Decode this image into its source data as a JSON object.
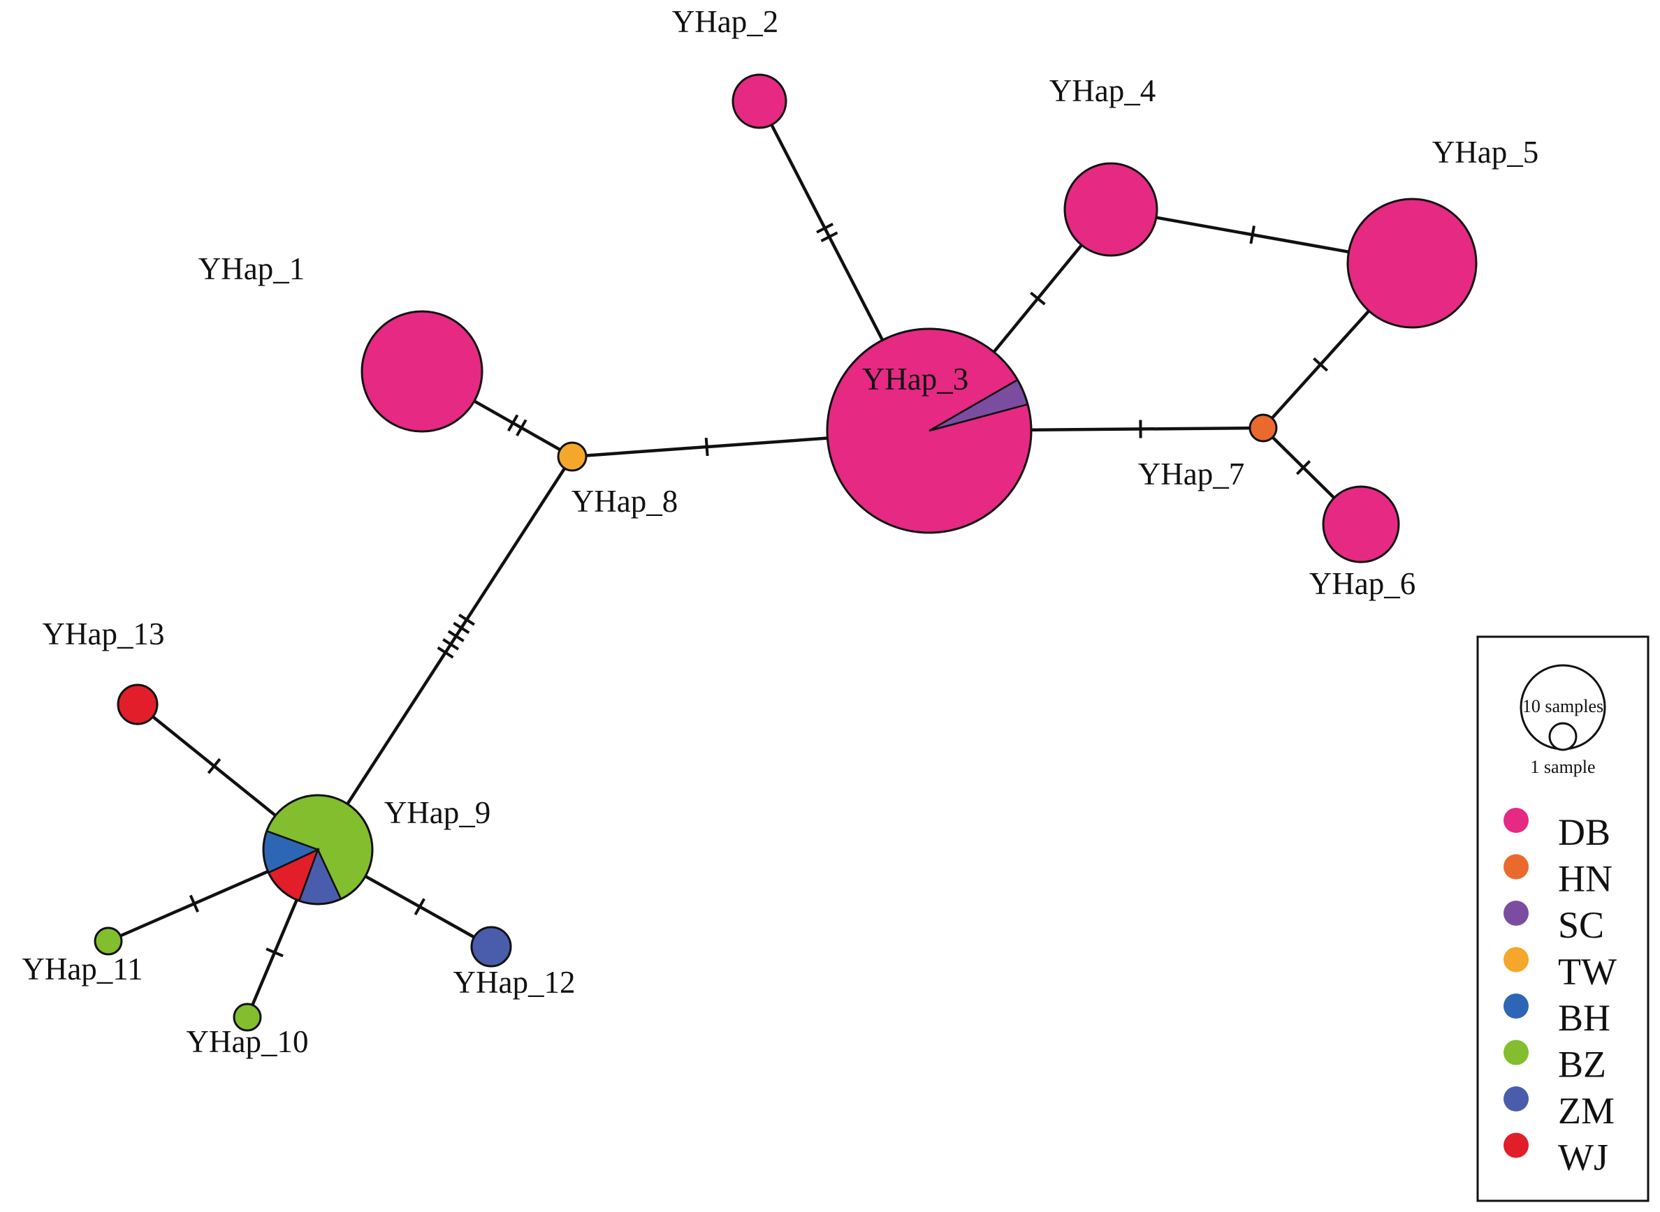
{
  "populations": [
    {
      "key": "DB",
      "color": "#E62983"
    },
    {
      "key": "HN",
      "color": "#EA6A2E"
    },
    {
      "key": "SC",
      "color": "#7B4DA0"
    },
    {
      "key": "TW",
      "color": "#F4A72A"
    },
    {
      "key": "BH",
      "color": "#2D66B4"
    },
    {
      "key": "BZ",
      "color": "#82BE2E"
    },
    {
      "key": "ZM",
      "color": "#4A5DAC"
    },
    {
      "key": "WJ",
      "color": "#E21E2A"
    }
  ],
  "haplotypes": [
    {
      "id": "YHap_1",
      "label": "YHap_1",
      "composition": [
        {
          "pop": "DB",
          "count": 8
        }
      ]
    },
    {
      "id": "YHap_2",
      "label": "YHap_2",
      "composition": [
        {
          "pop": "DB",
          "count": 2
        }
      ]
    },
    {
      "id": "YHap_3",
      "label": "YHap_3",
      "composition": [
        {
          "pop": "DB",
          "count": 23
        },
        {
          "pop": "SC",
          "count": 1
        }
      ]
    },
    {
      "id": "YHap_4",
      "label": "YHap_4",
      "composition": [
        {
          "pop": "DB",
          "count": 5
        }
      ]
    },
    {
      "id": "YHap_5",
      "label": "YHap_5",
      "composition": [
        {
          "pop": "DB",
          "count": 9
        }
      ]
    },
    {
      "id": "YHap_6",
      "label": "YHap_6",
      "composition": [
        {
          "pop": "DB",
          "count": 3
        }
      ]
    },
    {
      "id": "YHap_7",
      "label": "YHap_7",
      "composition": [
        {
          "pop": "HN",
          "count": 1
        }
      ]
    },
    {
      "id": "YHap_8",
      "label": "YHap_8",
      "composition": [
        {
          "pop": "TW",
          "count": 1
        }
      ]
    },
    {
      "id": "YHap_9",
      "label": "YHap_9",
      "composition": [
        {
          "pop": "BZ",
          "count": 5
        },
        {
          "pop": "BH",
          "count": 1
        },
        {
          "pop": "WJ",
          "count": 1
        },
        {
          "pop": "ZM",
          "count": 1
        }
      ]
    },
    {
      "id": "YHap_10",
      "label": "YHap_10",
      "composition": [
        {
          "pop": "BZ",
          "count": 1
        }
      ]
    },
    {
      "id": "YHap_11",
      "label": "YHap_11",
      "composition": [
        {
          "pop": "BZ",
          "count": 1
        }
      ]
    },
    {
      "id": "YHap_12",
      "label": "YHap_12",
      "composition": [
        {
          "pop": "ZM",
          "count": 1
        }
      ]
    },
    {
      "id": "YHap_13",
      "label": "YHap_13",
      "composition": [
        {
          "pop": "WJ",
          "count": 1
        }
      ]
    }
  ],
  "links": [
    {
      "source": "YHap_1",
      "target": "YHap_8",
      "mutations": 2
    },
    {
      "source": "YHap_2",
      "target": "YHap_3",
      "mutations": 2
    },
    {
      "source": "YHap_8",
      "target": "YHap_3",
      "mutations": 1
    },
    {
      "source": "YHap_3",
      "target": "YHap_4",
      "mutations": 1
    },
    {
      "source": "YHap_4",
      "target": "YHap_5",
      "mutations": 1
    },
    {
      "source": "YHap_3",
      "target": "YHap_7",
      "mutations": 1
    },
    {
      "source": "YHap_7",
      "target": "YHap_5",
      "mutations": 1
    },
    {
      "source": "YHap_7",
      "target": "YHap_6",
      "mutations": 1
    },
    {
      "source": "YHap_8",
      "target": "YHap_9",
      "mutations": 5
    },
    {
      "source": "YHap_9",
      "target": "YHap_13",
      "mutations": 1
    },
    {
      "source": "YHap_9",
      "target": "YHap_11",
      "mutations": 1
    },
    {
      "source": "YHap_9",
      "target": "YHap_10",
      "mutations": 1
    },
    {
      "source": "YHap_9",
      "target": "YHap_12",
      "mutations": 1
    }
  ],
  "legend": {
    "scale_large": "10 samples",
    "scale_small": "1 sample"
  }
}
